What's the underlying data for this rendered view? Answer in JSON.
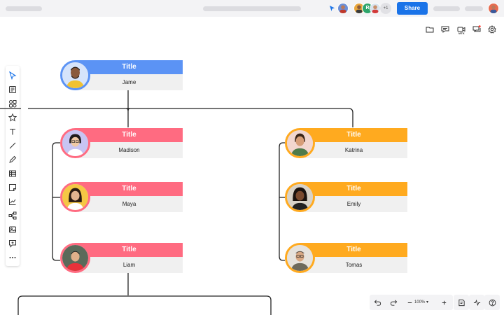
{
  "topbar": {
    "share_label": "Share",
    "collaborator_initial": "R",
    "collaborator_more": "+1"
  },
  "colors": {
    "root": "#5b93f5",
    "left_branch": "#ff6b81",
    "right_branch": "#ffaa1f",
    "share": "#1a73e8"
  },
  "right_toolbar": {
    "icons": [
      "folder-icon",
      "comment-icon",
      "video-icon",
      "chat-notification-icon",
      "settings-icon"
    ],
    "video_badge": "MTK"
  },
  "left_toolbar": {
    "tools": [
      "select-cursor-icon",
      "note-icon",
      "shapes-icon",
      "star-icon",
      "text-icon",
      "line-icon",
      "pen-icon",
      "table-icon",
      "sticky-note-icon",
      "chart-icon",
      "mindmap-icon",
      "image-icon",
      "comment-add-icon",
      "more-icon"
    ]
  },
  "org_chart": {
    "root": {
      "title": "Title",
      "name": "Jame"
    },
    "left": [
      {
        "title": "Title",
        "name": "Madison"
      },
      {
        "title": "Title",
        "name": "Maya"
      },
      {
        "title": "Title",
        "name": "Liam"
      }
    ],
    "right": [
      {
        "title": "Title",
        "name": "Katrina"
      },
      {
        "title": "Title",
        "name": "Emily"
      },
      {
        "title": "Title",
        "name": "Tomas"
      }
    ]
  },
  "bottom_controls": {
    "zoom": "100%"
  }
}
